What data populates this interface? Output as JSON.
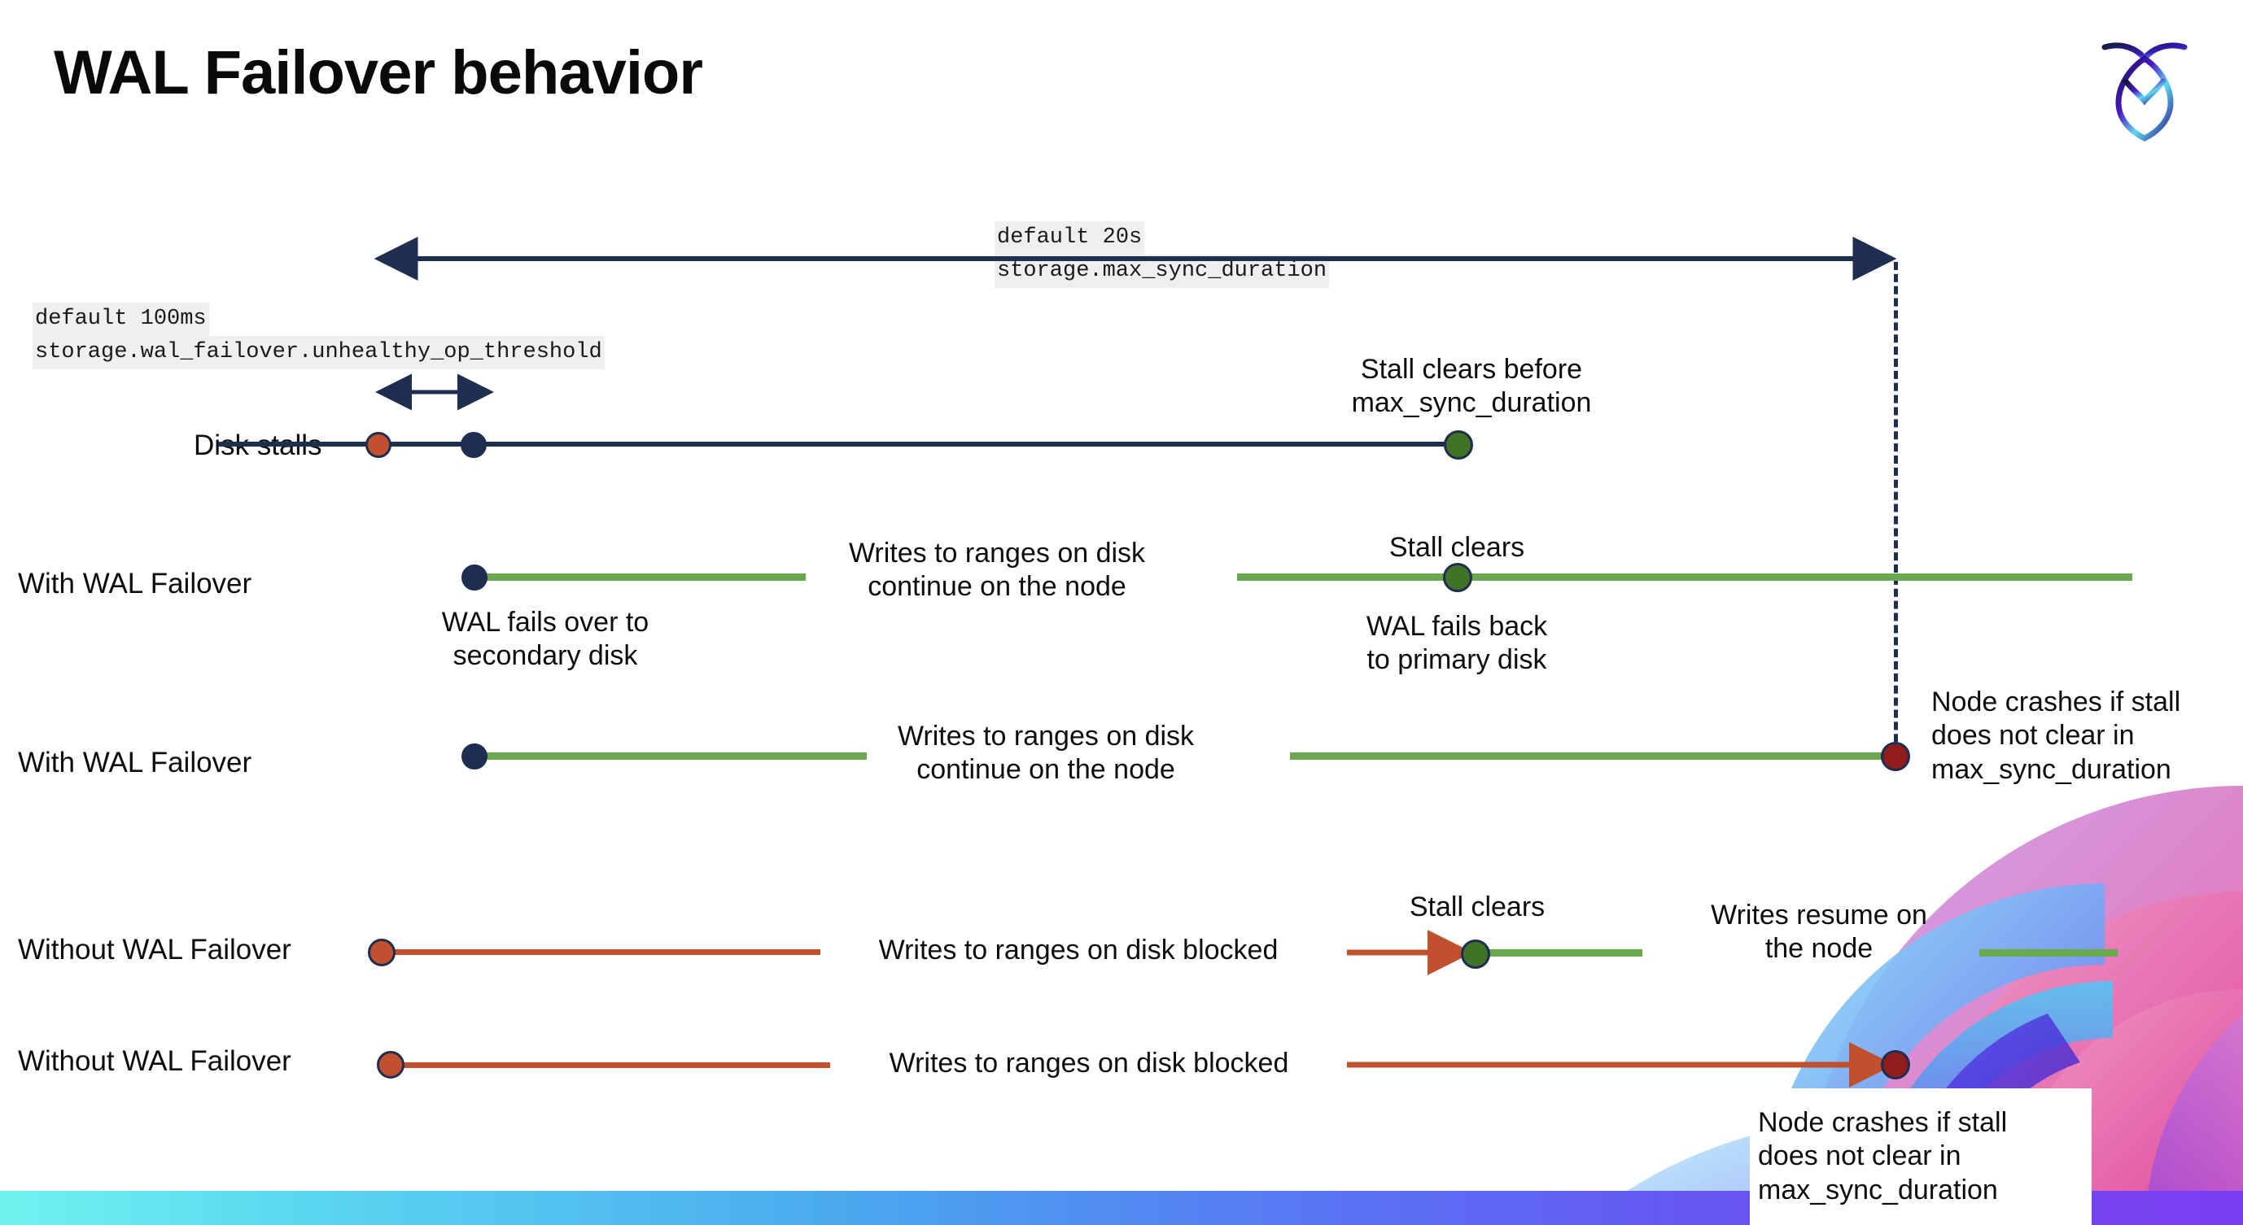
{
  "slide": {
    "title": "WAL Failover behavior",
    "logo_name": "cockroachdb-logo"
  },
  "annotations": {
    "max_sync_default": "default 20s",
    "max_sync_setting": "storage.max_sync_duration",
    "unhealthy_default": "default 100ms",
    "unhealthy_setting": "storage.wal_failover.unhealthy_op_threshold"
  },
  "rows": [
    {
      "label": "Disk stalls",
      "notes": [
        "Stall clears before\nmax_sync_duration"
      ]
    },
    {
      "label": "With WAL Failover",
      "notes": [
        "WAL fails over to\nsecondary disk",
        "Writes to ranges on disk\ncontinue on the node",
        "Stall clears",
        "WAL fails  back\nto primary disk"
      ]
    },
    {
      "label": "With WAL Failover",
      "notes": [
        "Writes to ranges on disk\ncontinue on the node",
        "Node crashes if stall\ndoes not clear in\nmax_sync_duration"
      ]
    },
    {
      "label": "Without WAL Failover",
      "notes": [
        "Writes to ranges on disk  blocked",
        "Stall clears",
        "Writes resume on\nthe node"
      ]
    },
    {
      "label": "Without WAL Failover",
      "notes": [
        "Writes to ranges on disk  blocked",
        "Node crashes if stall\ndoes not clear in\nmax_sync_duration"
      ]
    }
  ],
  "text": {
    "stall_clears_before": "Stall clears before",
    "max_sync_duration": "max_sync_duration",
    "row2_label": "With WAL Failover",
    "wal_fails_over_1": "WAL fails over to",
    "wal_fails_over_2": "secondary disk",
    "writes_continue_1": "Writes to ranges on disk",
    "writes_continue_2": "continue on the node",
    "stall_clears": "Stall clears",
    "wal_fails_back_1": "WAL fails  back",
    "wal_fails_back_2": "to primary disk",
    "node_crash_1": "Node crashes if stall",
    "node_crash_2": "does not clear in",
    "node_crash_3": "max_sync_duration",
    "writes_blocked": "Writes to ranges on disk  blocked",
    "writes_resume_1": "Writes resume on",
    "writes_resume_2": "the node",
    "disk_stalls": "Disk stalls",
    "without_wal": "Without WAL Failover"
  },
  "colors": {
    "navy": "#1f2d50",
    "green_line": "#6aa84f",
    "green_dot": "#3f7327",
    "orange": "#c1502e",
    "dark_red": "#8f1d1d",
    "code_bg": "#efefef",
    "gradient_start": "#6ff3ef",
    "gradient_end": "#7b3df0"
  }
}
